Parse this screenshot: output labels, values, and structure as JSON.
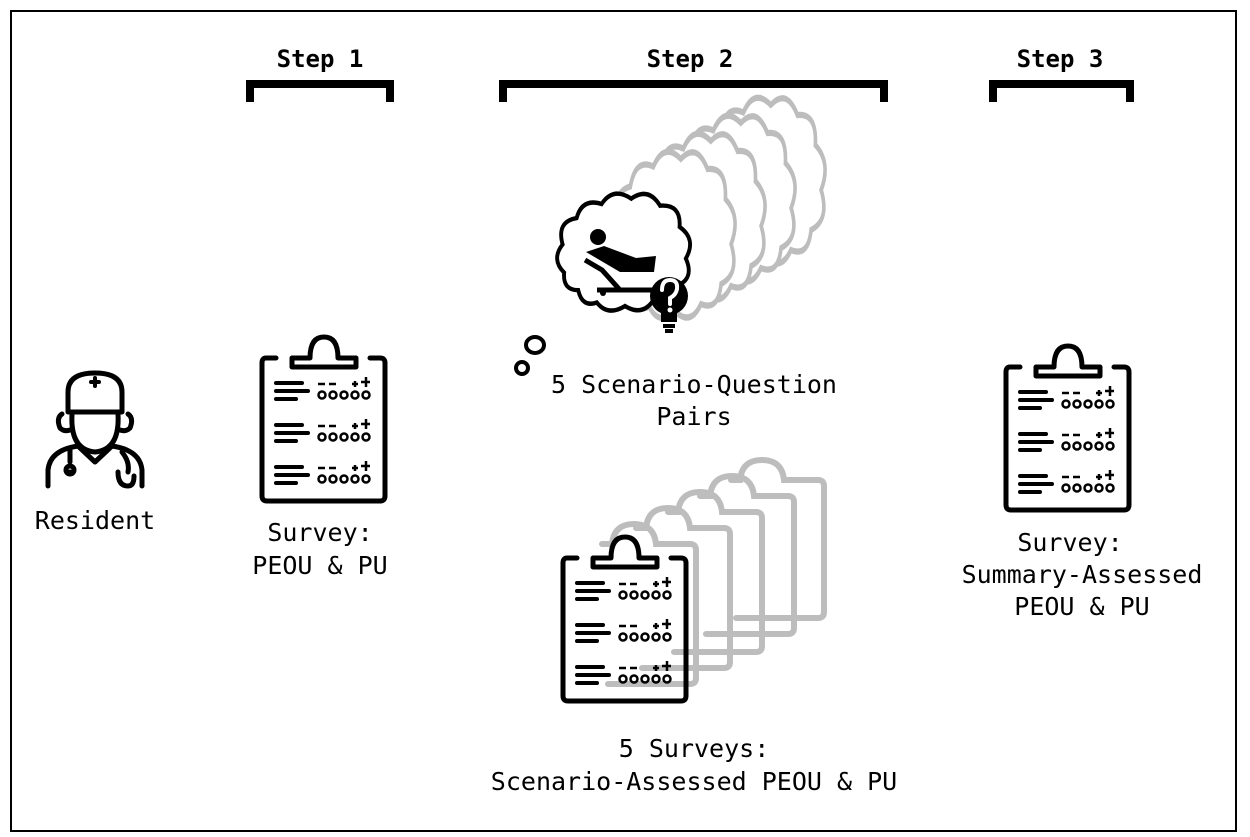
{
  "steps": [
    {
      "label": "Step 1"
    },
    {
      "label": "Step 2"
    },
    {
      "label": "Step 3"
    }
  ],
  "resident": {
    "label": "Resident",
    "icon": "doctor-icon"
  },
  "step1": {
    "caption_line1": "Survey:",
    "caption_line2": "PEOU & PU",
    "icon": "clipboard-survey-icon"
  },
  "step2": {
    "scenario_line1": "5 Scenario-Question",
    "scenario_line2": "Pairs",
    "scenario_icon": "thought-cloud-patient-icon",
    "surveys_line1": "5 Surveys:",
    "surveys_line2": "Scenario-Assessed PEOU & PU",
    "surveys_icon": "clipboard-stack-icon"
  },
  "step3": {
    "caption_line1": "Survey:",
    "caption_line2": "Summary-Assessed",
    "caption_line3": "PEOU & PU",
    "icon": "clipboard-survey-icon"
  },
  "colors": {
    "ink": "#000000",
    "ghost": "#bdbdbd",
    "background": "#ffffff"
  }
}
